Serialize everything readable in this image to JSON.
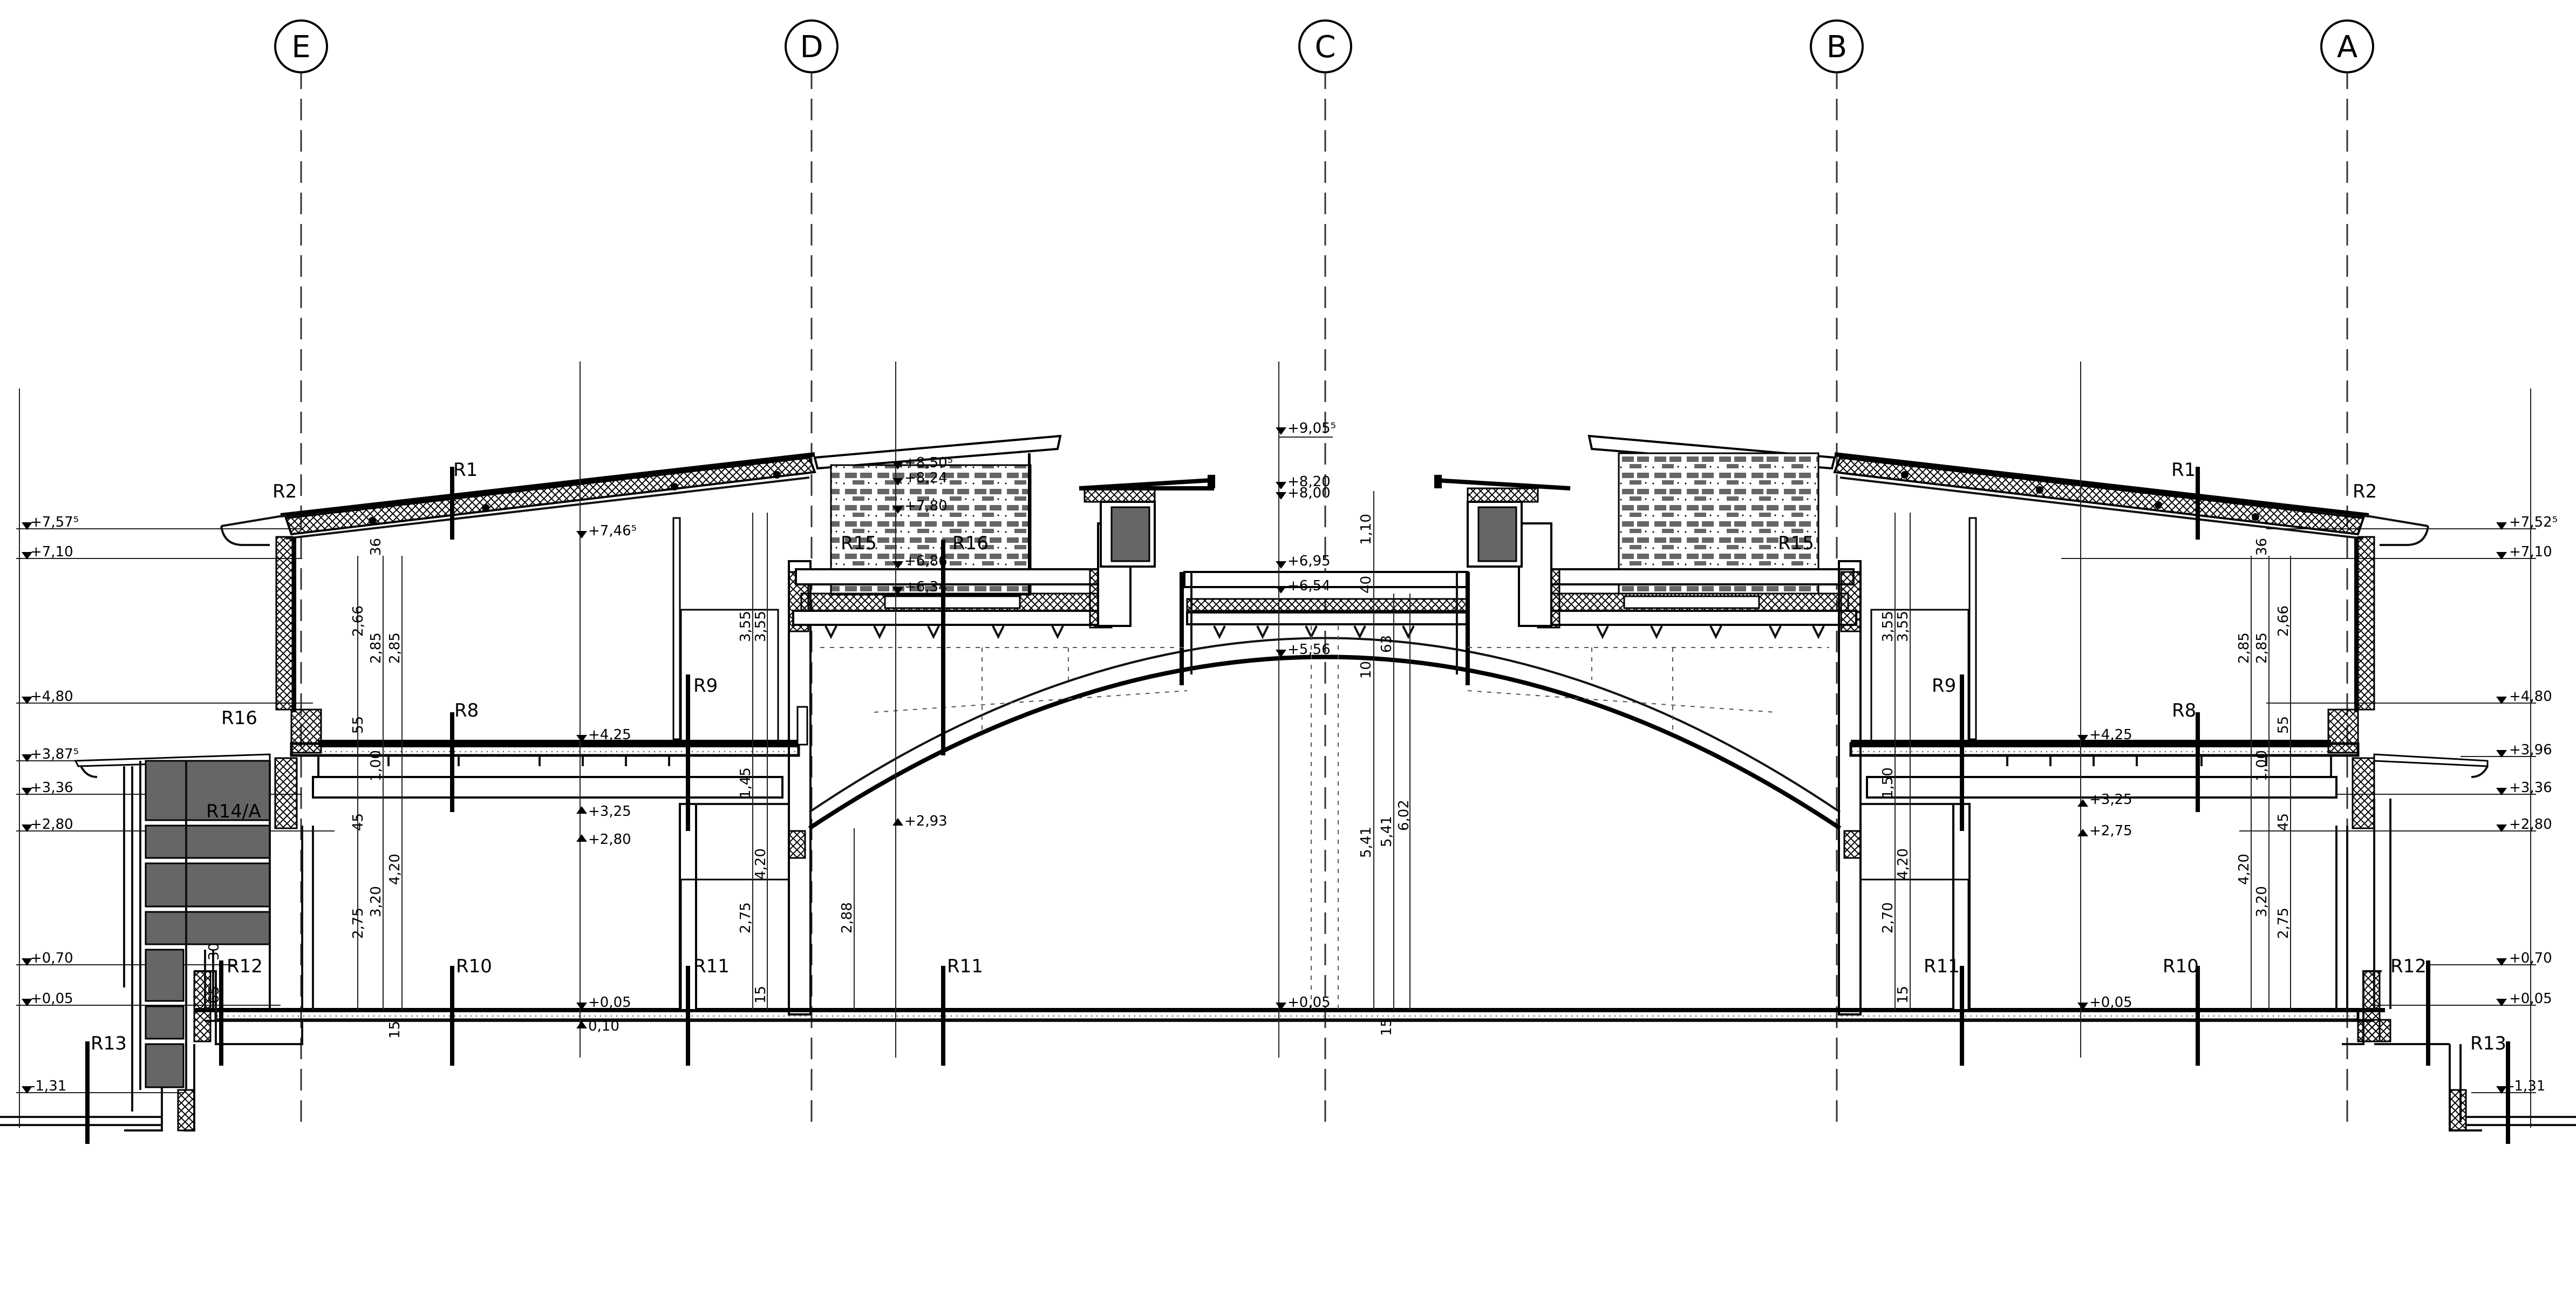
{
  "grid_axes": [
    "E",
    "D",
    "C",
    "B",
    "A"
  ],
  "elevations_left": [
    "+7,57⁵",
    "+7,10",
    "+4,80",
    "+3,87⁵",
    "+3,36",
    "+2,80",
    "+0,70",
    "+0,05",
    "-1,31"
  ],
  "elevations_right": [
    "+7,52⁵",
    "+7,10",
    "+4,80",
    "+3,96",
    "+3,36",
    "+2,80",
    "+0,70",
    "+0,05",
    "-1,31"
  ],
  "elevations_interior": {
    "left_roof": "+7,46⁵",
    "left_floor": "+4,25",
    "left_slab": "+3,25",
    "left_low": "+2,80",
    "left_ground": "+0,05",
    "left_sub": "0,10",
    "arch_spring": "+2,93",
    "right_floor": "+4,25",
    "right_slab": "+3,25",
    "right_low": "+2,75",
    "right_ground": "+0,05"
  },
  "elevations_center": [
    "+9,05⁵",
    "+8,20",
    "+8,00",
    "+6,95",
    "+6,54",
    "+5,56",
    "+0,05"
  ],
  "elevations_tower": [
    "+8,50⁵",
    "+8,24",
    "+7,80",
    "+6,86",
    "+6,34"
  ],
  "dimensions_left": [
    "2,66",
    "2,85",
    "2,85",
    "55",
    "1,00",
    "45",
    "2,75",
    "3,20",
    "4,20",
    "15",
    "3,55",
    "3,55",
    "1,45",
    "4,20",
    "2,75",
    "15",
    "2,88",
    "36",
    "65",
    "30"
  ],
  "dimensions_center": [
    "1,10",
    "40",
    "63",
    "10",
    "5,41",
    "5,41",
    "6,02",
    "15"
  ],
  "dimensions_right": [
    "3,55",
    "3,55",
    "2,85",
    "2,85",
    "2,66",
    "55",
    "1,00",
    "45",
    "1,50",
    "4,20",
    "2,70",
    "15",
    "4,20",
    "3,20",
    "2,75",
    "36"
  ],
  "refs_left": [
    "R1",
    "R2",
    "R8",
    "R9",
    "R16",
    "R14/A",
    "R10",
    "R11",
    "R11",
    "R12",
    "R13",
    "R15",
    "R16"
  ],
  "refs_right": [
    "R1",
    "R2",
    "R8",
    "R9",
    "R10",
    "R11",
    "R12",
    "R13",
    "R15"
  ]
}
